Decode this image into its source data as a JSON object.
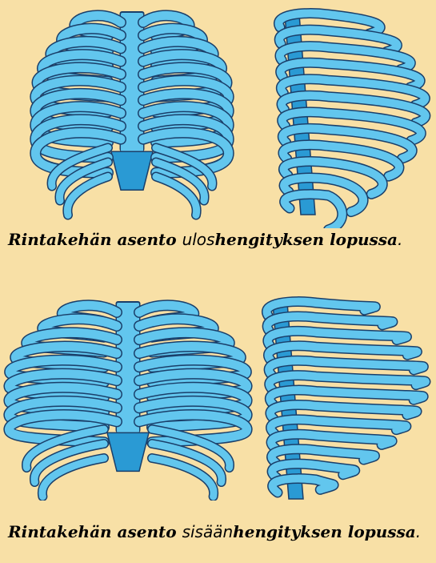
{
  "captions": {
    "exhale": {
      "prefix": "Rintakehän asento ",
      "emphasis": "ulos",
      "suffix": "hengityksen lopussa",
      "end": "."
    },
    "inhale": {
      "prefix": "Rintakehän asento ",
      "emphasis": "sisään",
      "suffix": "hengityksen lopussa",
      "end": "."
    }
  },
  "colors": {
    "background": "#f8e0a6",
    "bone": "#62c6ee",
    "bone_dark": "#2a9ad4",
    "outline": "#1a3f6a"
  }
}
